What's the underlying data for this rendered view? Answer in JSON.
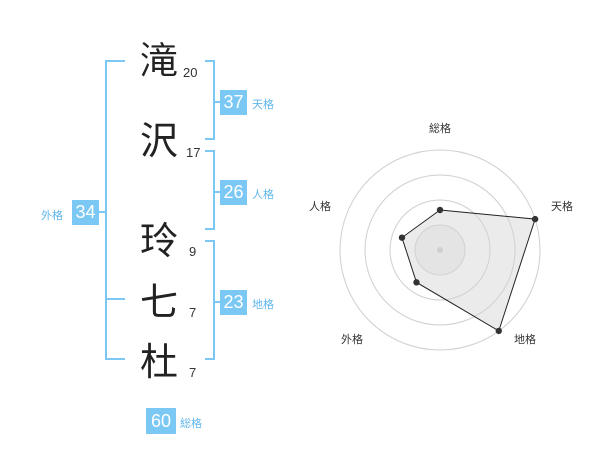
{
  "name_chars": [
    {
      "char": "滝",
      "strokes": "20"
    },
    {
      "char": "沢",
      "strokes": "17"
    },
    {
      "char": "玲",
      "strokes": "9"
    },
    {
      "char": "七",
      "strokes": "7"
    },
    {
      "char": "杜",
      "strokes": "7"
    }
  ],
  "fortunes": {
    "tenkaku": {
      "value": "37",
      "label": "天格"
    },
    "jinkaku": {
      "value": "26",
      "label": "人格"
    },
    "chikaku": {
      "value": "23",
      "label": "地格"
    },
    "gaikaku": {
      "value": "34",
      "label": "外格"
    },
    "soukaku": {
      "value": "60",
      "label": "総格"
    }
  },
  "colors": {
    "accent": "#7cc8f4",
    "grid": "#cfcfcf",
    "fill": "#e6e6e6"
  },
  "chart_data": {
    "type": "radar",
    "axes": [
      "総格",
      "天格",
      "地格",
      "外格",
      "人格"
    ],
    "values": [
      2,
      5,
      5,
      2,
      2
    ],
    "max": 5,
    "rings": 4
  }
}
